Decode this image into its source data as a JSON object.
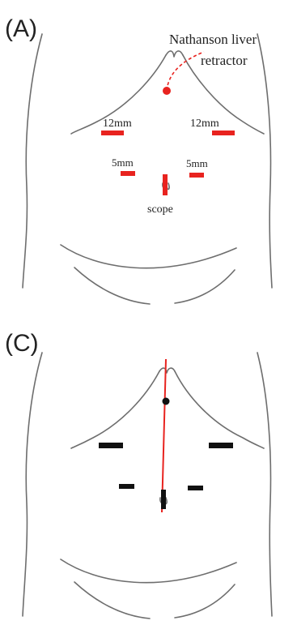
{
  "panels": [
    {
      "label": "(A)",
      "annotations": {
        "retractor": [
          "Nathanson liver",
          "retractor"
        ],
        "port_12mm_left": "12mm",
        "port_12mm_right": "12mm",
        "port_5mm_left": "5mm",
        "port_5mm_right": "5mm",
        "scope": "scope"
      },
      "port_color": "#e8231f"
    },
    {
      "label": "(C)",
      "port_color": "#111111",
      "line_color": "#e8231f"
    }
  ]
}
